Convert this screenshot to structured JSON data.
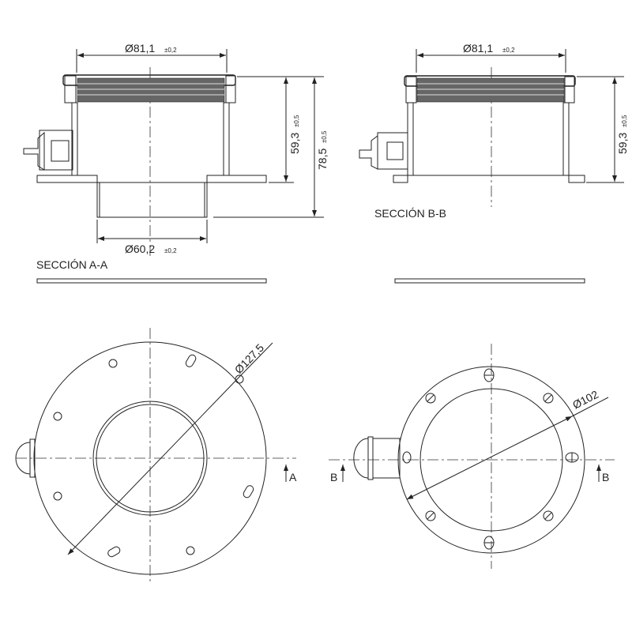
{
  "section_a": {
    "title": "SECCIÓN A-A",
    "top_diameter": "Ø81,1",
    "top_diameter_tol": "±0,2",
    "height_body": "59,3",
    "height_body_tol": "±0,5",
    "height_total": "78,5",
    "height_total_tol": "±0,5",
    "bottom_diameter": "Ø60,2",
    "bottom_diameter_tol": "±0,2"
  },
  "section_b": {
    "title": "SECCIÓN B-B",
    "top_diameter": "Ø81,1",
    "top_diameter_tol": "±0,2",
    "height_body": "59,3",
    "height_body_tol": "±0,5"
  },
  "plan_a": {
    "diameter": "Ø127,5",
    "cut_label": "A"
  },
  "plan_b": {
    "diameter": "Ø102",
    "cut_label_left": "B",
    "cut_label_right": "B"
  }
}
